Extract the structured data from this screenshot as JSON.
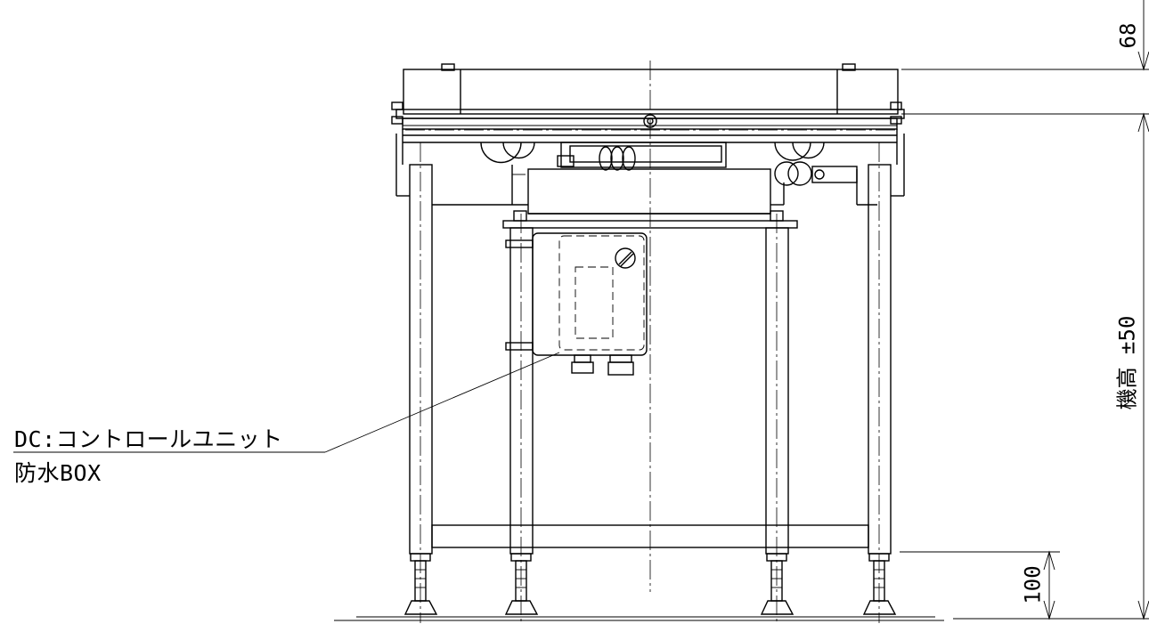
{
  "callout": {
    "line1": "DC:コントロールユニット",
    "line2": "防水BOX"
  },
  "dimensions": {
    "top": "68",
    "height": "機高 ±50",
    "foot": "100"
  }
}
